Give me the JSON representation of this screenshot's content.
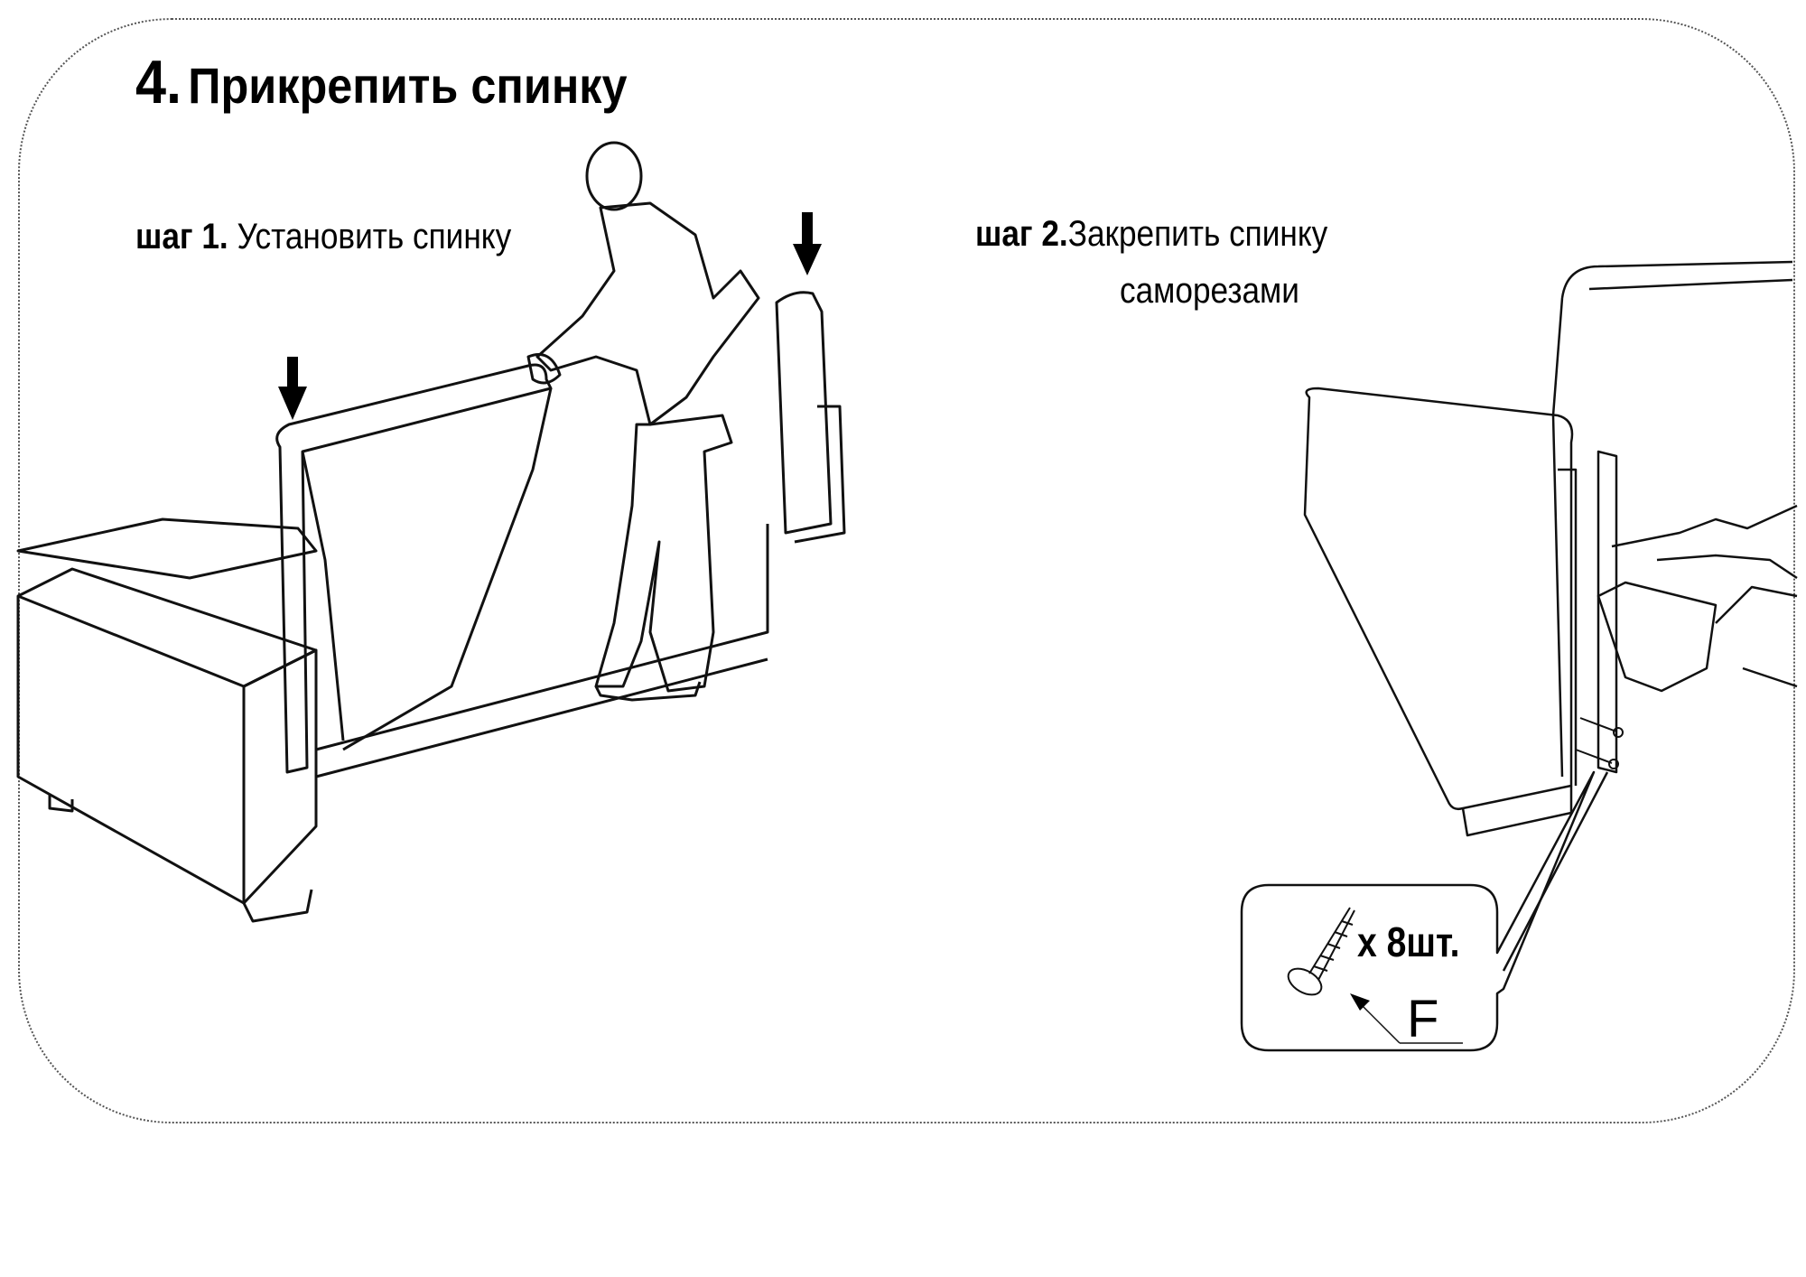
{
  "title": {
    "number": "4.",
    "text": "Прикрепить  спинку"
  },
  "step1": {
    "label": "шаг 1.",
    "text": " Установить спинку"
  },
  "step2": {
    "label": "шаг 2.",
    "text": "Закрепить спинку",
    "text_line2": "саморезами"
  },
  "callout": {
    "quantity": "x 8шт.",
    "part_label": "F"
  }
}
